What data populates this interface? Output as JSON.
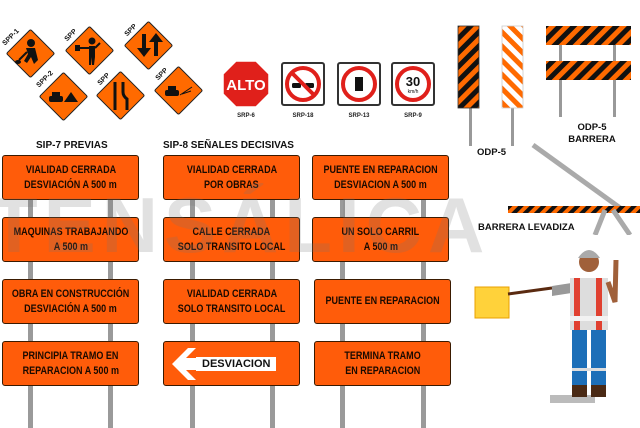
{
  "watermark": "TENSÁLICA",
  "colors": {
    "sign_orange": "#ff5c0a",
    "stop_red": "#e0201b",
    "black": "#111111"
  },
  "spp_signs": [
    {
      "label": "SPP-1",
      "icon": "worker-digging-icon"
    },
    {
      "label": "SPP",
      "icon": "flagger-icon"
    },
    {
      "label": "SPP",
      "icon": "two-way-traffic-icon"
    },
    {
      "label": "SPP-2",
      "icon": "car-bump-icon"
    },
    {
      "label": "SPP",
      "icon": "road-narrows-icon"
    },
    {
      "label": "SPP",
      "icon": "car-gravel-icon"
    }
  ],
  "srp_signs": [
    {
      "label": "SRP-6",
      "text": "ALTO"
    },
    {
      "label": "SRP-18"
    },
    {
      "label": "SRP-13"
    },
    {
      "label": "SRP-9",
      "speed": "30",
      "unit": "km/h"
    }
  ],
  "sections": {
    "sip7": "SIP-7 PREVIAS",
    "sip8": "SIP-8 SEÑALES DECISIVAS"
  },
  "sip7": [
    [
      "VIALIDAD CERRADA",
      "DESVIACIÓN A 500 m"
    ],
    [
      "MAQUINAS TRABAJANDO",
      "A 500 m"
    ],
    [
      "OBRA EN CONSTRUCCIÓN",
      "DESVIACIÓN A 500 m"
    ],
    [
      "PRINCIPIA TRAMO EN",
      "REPARACION A 500 m"
    ]
  ],
  "sip8_a": [
    [
      "VIALIDAD CERRADA",
      "POR OBRAS"
    ],
    [
      "CALLE CERRADA",
      "SOLO TRANSITO LOCAL"
    ],
    [
      "VIALIDAD CERRADA",
      "SOLO TRANSITO LOCAL"
    ],
    [
      "DESVIACION"
    ]
  ],
  "sip8_b": [
    [
      "PUENTE EN REPARACION",
      "DESVIACION A 500 m"
    ],
    [
      "UN SOLO CARRIL",
      "A 500 m"
    ],
    [
      "PUENTE EN REPARACION"
    ],
    [
      "TERMINA TRAMO",
      "EN REPARACION"
    ]
  ],
  "devices": {
    "odp5": "ODP-5",
    "barrier_line1": "ODP-5",
    "barrier_line2": "BARRERA",
    "lift_barrier": "BARRERA LEVADIZA"
  }
}
